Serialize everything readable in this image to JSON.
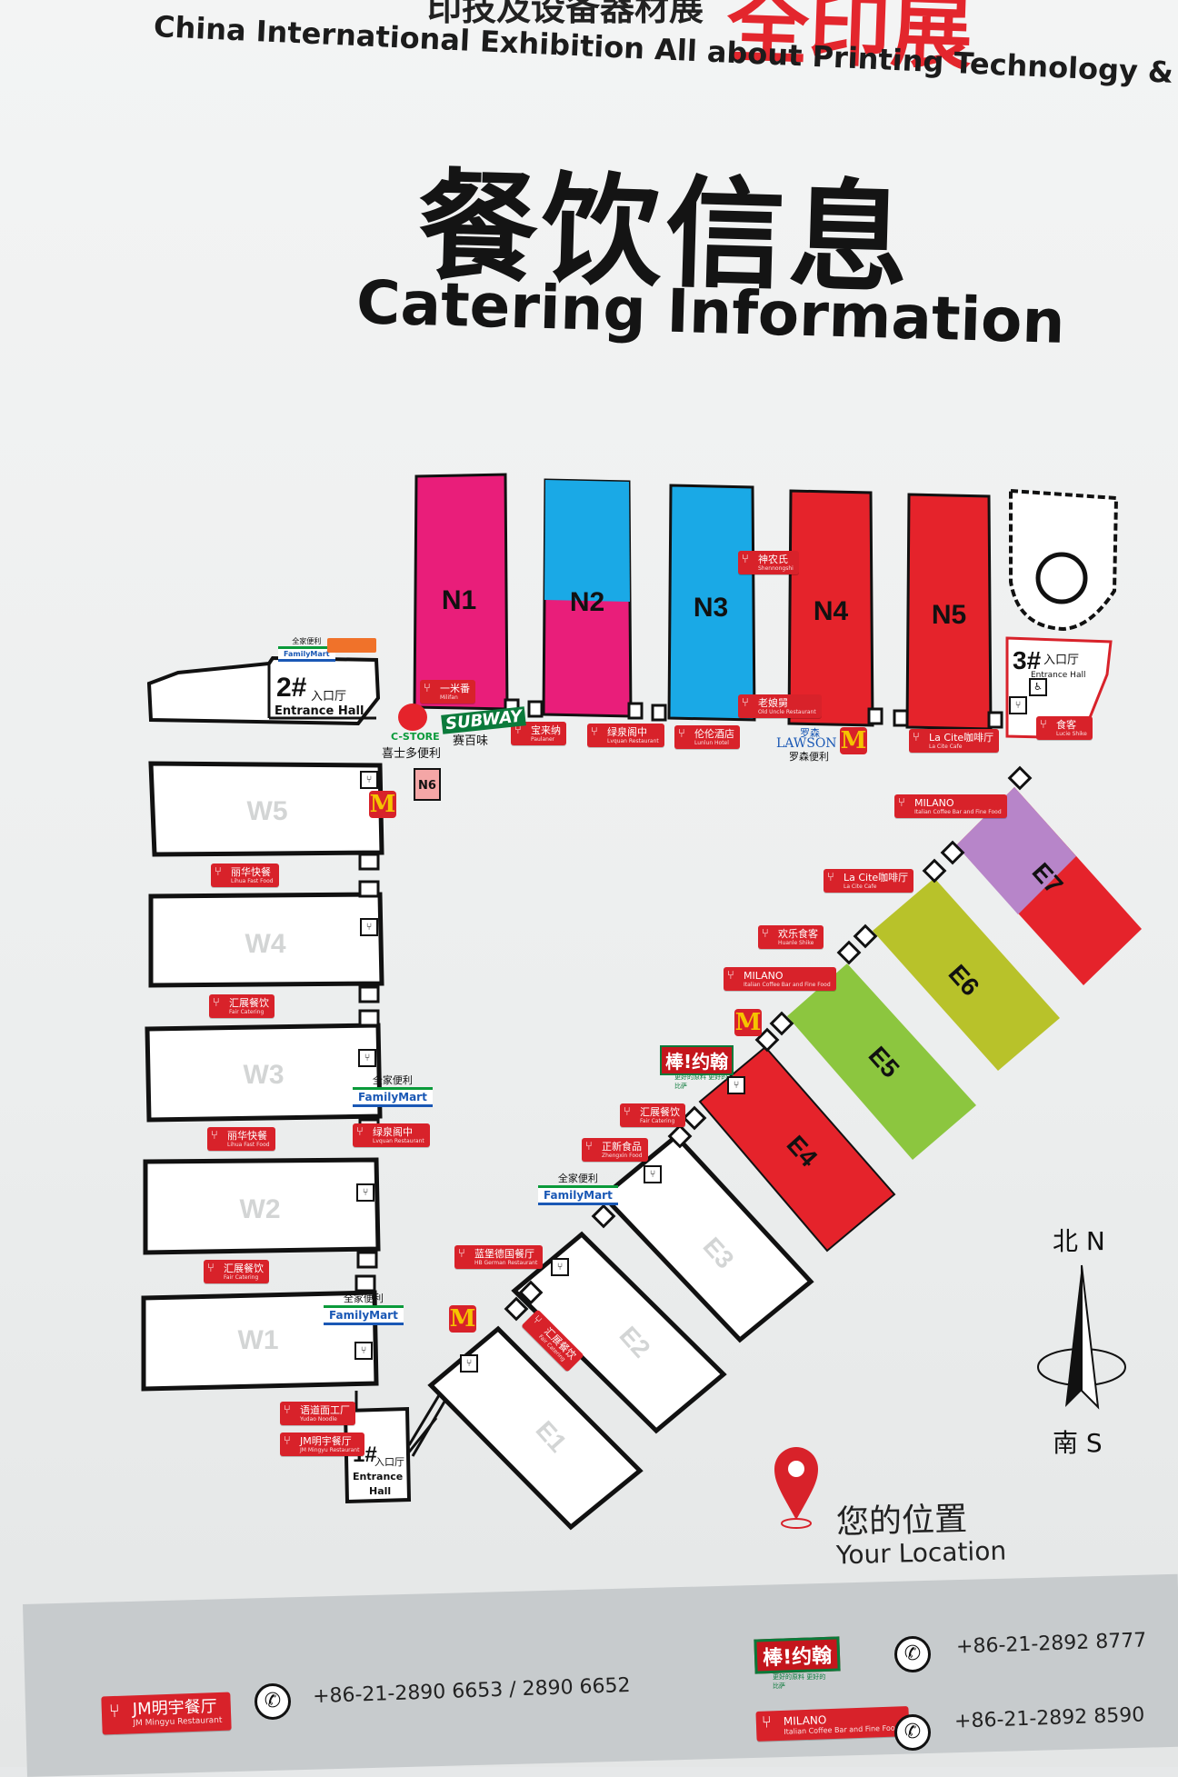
{
  "header": {
    "top_cn_fragment": "印技及设备器材展",
    "red_cn_fragment": "全印展",
    "subtitle_en": "China International Exhibition All about Printing Technology & Equipment"
  },
  "title": {
    "cn": "餐饮信息",
    "en": "Catering Information"
  },
  "halls": {
    "north": [
      "N1",
      "N2",
      "N3",
      "N4",
      "N5",
      "N6"
    ],
    "west": [
      "W5",
      "W4",
      "W3",
      "W2",
      "W1"
    ],
    "east": [
      "E7",
      "E6",
      "E5",
      "E4",
      "E3",
      "E2",
      "E1"
    ]
  },
  "colors": {
    "magenta": "#e91e7a",
    "cyan": "#1aa9e6",
    "red": "#e5232b",
    "purple": "#b785c9",
    "olive": "#b8c22a",
    "green": "#8cc63f",
    "outline": "#111111"
  },
  "entrances": {
    "e1": {
      "num": "1#",
      "cn": "入口厅",
      "en1": "Entrance",
      "en2": "Hall"
    },
    "e2": {
      "num": "2#",
      "cn": "入口厅",
      "en": "Entrance Hall"
    },
    "e3": {
      "num": "3#",
      "cn": "入口厅",
      "en": "Entrance Hall"
    }
  },
  "restaurants": {
    "yimifan": {
      "cn": "一米番",
      "en": "Milifan"
    },
    "baolaina": {
      "cn": "宝来纳",
      "en": "Paulaner"
    },
    "lvquan_n": {
      "cn": "绿泉阁中",
      "en": "Lvquan Restaurant"
    },
    "lunlun": {
      "cn": "伦伦酒店",
      "en": "Lunlun Hotel"
    },
    "shennongshi": {
      "cn": "神农氏",
      "en": "Shennongshi"
    },
    "laoniangjiu": {
      "cn": "老娘舅",
      "en": "Old Uncle Restaurant"
    },
    "lacite_n5": {
      "cn": "La Cite咖啡厅",
      "en": "La Cite Cafe"
    },
    "lacite_e": {
      "cn": "La Cite咖啡厅",
      "en": "La Cite Cafe"
    },
    "shike": {
      "cn": "食客",
      "en": "Lucie Shike"
    },
    "milano_e7": {
      "cn": "MILANO",
      "en": "Italian Coffee Bar and Fine Food"
    },
    "huanle": {
      "cn": "欢乐食客",
      "en": "Huanle Shike"
    },
    "milano_e6": {
      "cn": "MILANO",
      "en": "Italian Coffee Bar and Fine Food"
    },
    "huizhan_e4": {
      "cn": "汇展餐饮",
      "en": "Fair Catering"
    },
    "zhengxin": {
      "cn": "正新食品",
      "en": "Zhengxin Food"
    },
    "lanlan": {
      "cn": "蓝堡德国餐厅",
      "en": "HB German Restaurant"
    },
    "huizhan_e1": {
      "cn": "汇展餐饮",
      "en": "Fair Catering"
    },
    "lihua_w5": {
      "cn": "丽华快餐",
      "en": "Lihua Fast Food"
    },
    "huizhan_w4": {
      "cn": "汇展餐饮",
      "en": "Fair Catering"
    },
    "lihua_w3": {
      "cn": "丽华快餐",
      "en": "Lihua Fast Food"
    },
    "lvquan_w": {
      "cn": "绿泉阁中",
      "en": "Lvquan Restaurant"
    },
    "huizhan_w2": {
      "cn": "汇展餐饮",
      "en": "Fair Catering"
    },
    "yumian": {
      "cn": "语道面工厂",
      "en": "Yudao Noodle"
    },
    "jm": {
      "cn": "JM明宇餐厅",
      "en": "JM Mingyu Restaurant"
    }
  },
  "stores": {
    "familymart_cn": "全家便利",
    "familymart_en": "FamilyMart",
    "cstore_en": "C-STORE",
    "cstore_cn": "喜士多便利",
    "subway_en": "SUBWAY",
    "subway_cn": "赛百味",
    "lawson_cn_top": "罗森",
    "lawson_en": "LAWSON",
    "lawson_cn": "罗森便利",
    "papajohns_cn": "棒!约翰",
    "papajohns_sub": "更好的原料 更好的比萨",
    "mcdonalds": "M"
  },
  "compass": {
    "north": "北 N",
    "south": "南 S"
  },
  "location": {
    "cn": "您的位置",
    "en": "Your Location"
  },
  "footer": {
    "jm_label": "JM明宇餐厅",
    "jm_sub": "JM Mingyu Restaurant",
    "jm_phone": "+86-21-2890 6653 / 2890 6652",
    "papa_phone": "+86-21-2892 8777",
    "milano_label": "MILANO",
    "milano_sub": "Italian Coffee Bar and Fine Food",
    "milano_phone": "+86-21-2892 8590"
  }
}
